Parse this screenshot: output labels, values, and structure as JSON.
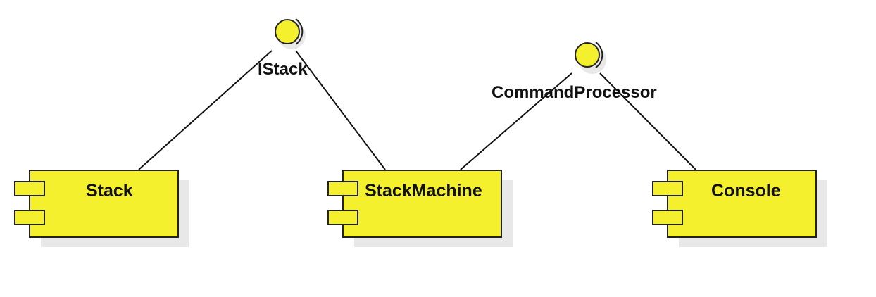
{
  "diagram": {
    "interfaces": [
      {
        "id": "istack",
        "label": "IStack"
      },
      {
        "id": "commandprocessor",
        "label": "CommandProcessor"
      }
    ],
    "components": [
      {
        "id": "stack",
        "label": "Stack"
      },
      {
        "id": "stackmachine",
        "label": "StackMachine"
      },
      {
        "id": "console",
        "label": "Console"
      }
    ],
    "connections": [
      {
        "from": "stack",
        "to": "istack"
      },
      {
        "from": "stackmachine",
        "to": "istack"
      },
      {
        "from": "stackmachine",
        "to": "commandprocessor"
      },
      {
        "from": "console",
        "to": "commandprocessor"
      }
    ],
    "colors": {
      "component_fill": "#f5f02e",
      "outline": "#222222",
      "shadow": "#e8e8e8"
    }
  }
}
